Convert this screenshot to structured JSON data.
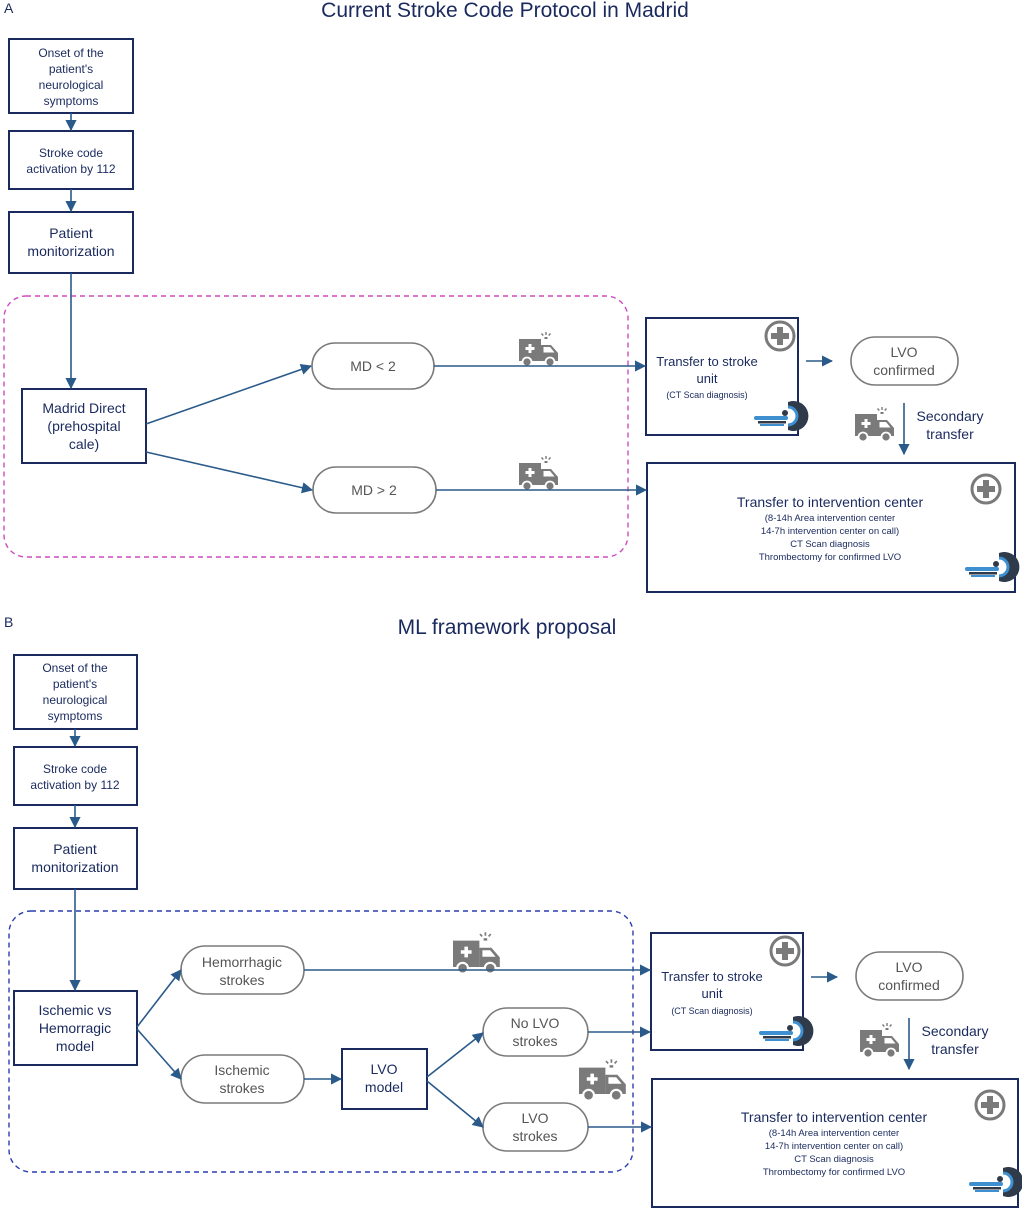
{
  "panelA": {
    "letter": "A",
    "title": "Current Stroke Code Protocol in Madrid",
    "onset": [
      "Onset of the",
      "patient's",
      "neurological",
      "symptoms"
    ],
    "activation": [
      "Stroke code",
      "activation by 112"
    ],
    "monitor": [
      "Patient",
      "monitorization"
    ],
    "madrid": [
      "Madrid Direct",
      "(prehospital",
      "cale)"
    ],
    "md_low": "MD < 2",
    "md_high": "MD > 2",
    "stroke_unit": [
      "Transfer to stroke",
      "unit"
    ],
    "stroke_unit_sub": "(CT Scan diagnosis)",
    "lvo_confirmed": [
      "LVO",
      "confirmed"
    ],
    "secondary": [
      "Secondary",
      "transfer"
    ],
    "intervention_title": "Transfer to intervention center",
    "intervention_lines": [
      "(8-14h Area intervention center",
      "14-7h intervention center on call)",
      "CT Scan diagnosis",
      "Thrombectomy for confirmed  LVO"
    ]
  },
  "panelB": {
    "letter": "B",
    "title": "ML framework proposal",
    "onset": [
      "Onset of the",
      "patient's",
      "neurological",
      "symptoms"
    ],
    "activation": [
      "Stroke code",
      "activation by 112"
    ],
    "monitor": [
      "Patient",
      "monitorization"
    ],
    "model": [
      "Ischemic vs",
      "Hemorragic",
      "model"
    ],
    "hemorrhagic": [
      "Hemorrhagic",
      "strokes"
    ],
    "ischemic": [
      "Ischemic",
      "strokes"
    ],
    "lvo_model": [
      "LVO",
      "model"
    ],
    "no_lvo": [
      "No LVO",
      "strokes"
    ],
    "lvo": [
      "LVO",
      "strokes"
    ],
    "stroke_unit": [
      "Transfer to stroke",
      "unit"
    ],
    "stroke_unit_sub": "(CT Scan diagnosis)",
    "lvo_confirmed": [
      "LVO",
      "confirmed"
    ],
    "secondary": [
      "Secondary",
      "transfer"
    ],
    "intervention_title": "Transfer to intervention center",
    "intervention_lines": [
      "(8-14h Area intervention center",
      "14-7h intervention center on call)",
      "CT Scan diagnosis",
      "Thrombectomy for confirmed  LVO"
    ]
  },
  "icons": {
    "ambulance": "ambulance-icon",
    "hospital": "hospital-cross-icon",
    "scanner": "ct-scanner-icon"
  },
  "colors": {
    "navy": "#1a2a5e",
    "arrow": "#2a5a8a",
    "dashed_a": "#d04ac0",
    "dashed_b": "#2a3fb0",
    "icon_gray": "#7a7a7a",
    "scanner_blue": "#3d8fd0"
  }
}
